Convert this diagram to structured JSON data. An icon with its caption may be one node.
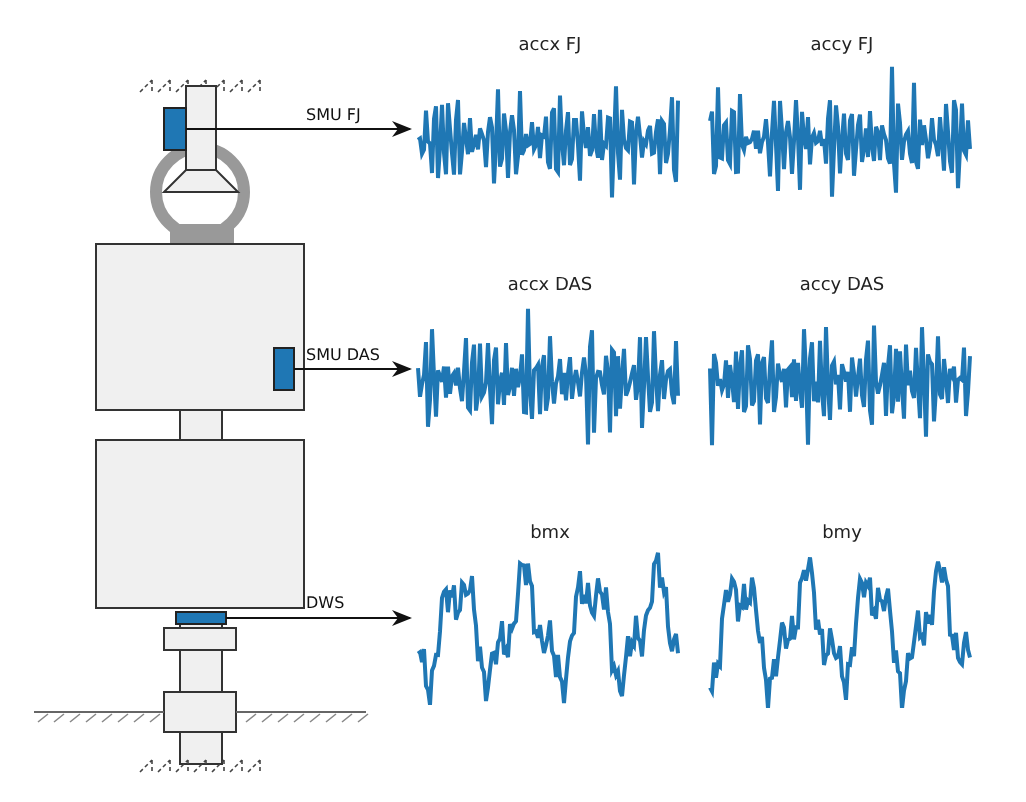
{
  "diagram": {
    "nodes": [
      {
        "text": [],
        "shape": "box"
      },
      {
        "text": [
          "accx FJ"
        ]
      },
      {
        "text": [
          "accy FJ"
        ]
      },
      {
        "text": [],
        "shape": "box"
      },
      {
        "text": [
          "accx DAS"
        ]
      },
      {
        "text": [
          "accy DAS"
        ]
      },
      {
        "text": [],
        "shape": "box"
      },
      {
        "text": [
          "bmx"
        ]
      },
      {
        "text": [
          "bmy"
        ]
      }
    ],
    "edges": [
      {
        "from": 0,
        "to": 1,
        "arrow": "to",
        "label": "SMU FJ"
      },
      {
        "from": 3,
        "to": 4,
        "arrow": "to",
        "label": "SMU DAS"
      },
      {
        "from": 6,
        "to": 7,
        "arrow": "to",
        "label": "DWS"
      }
    ]
  }
}
